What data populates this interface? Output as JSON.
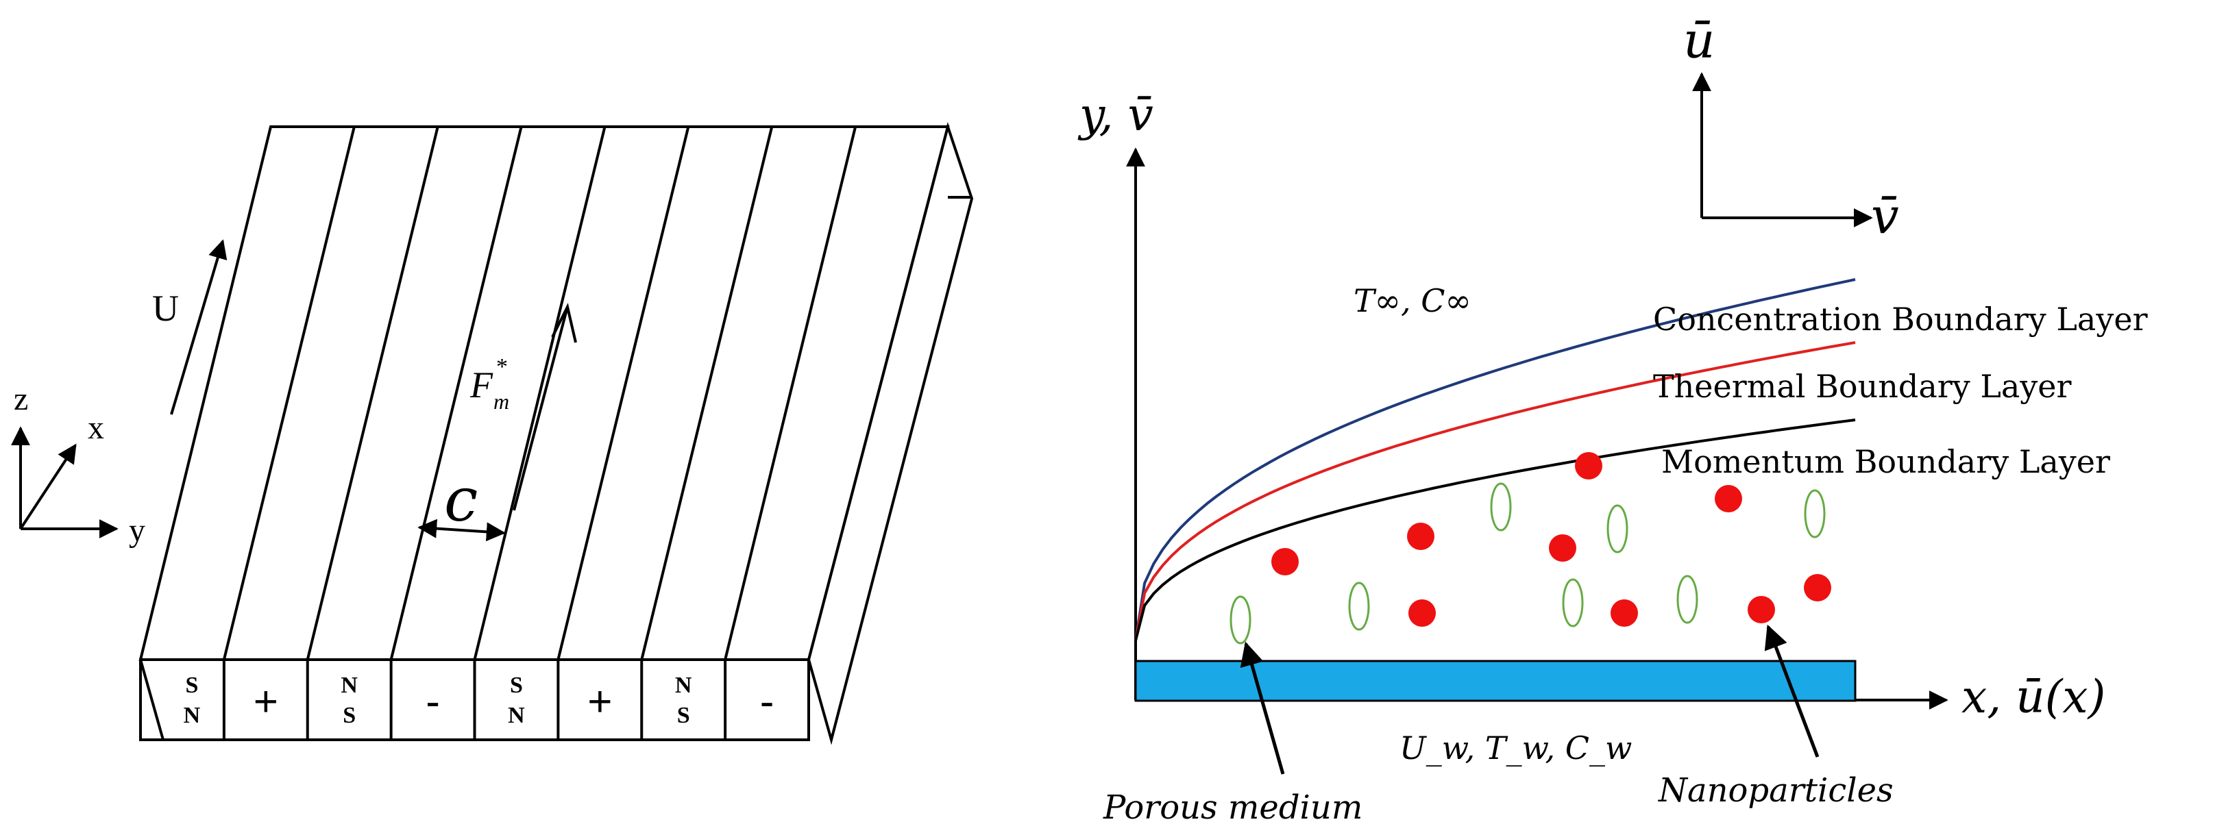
{
  "left_panel": {
    "velocity_label": "U",
    "force_label_main": "F",
    "force_label_sub": "m",
    "force_label_sup": "*",
    "width_label": "c",
    "axes": {
      "z": "z",
      "x": "x",
      "y": "y"
    },
    "magnets": [
      {
        "kind": "pole",
        "top": "S",
        "bottom": "N"
      },
      {
        "kind": "sign",
        "text": "+"
      },
      {
        "kind": "pole",
        "top": "N",
        "bottom": "S"
      },
      {
        "kind": "sign",
        "text": "-"
      },
      {
        "kind": "pole",
        "top": "S",
        "bottom": "N"
      },
      {
        "kind": "sign",
        "text": "+"
      },
      {
        "kind": "pole",
        "top": "N",
        "bottom": "S"
      },
      {
        "kind": "sign",
        "text": "-"
      }
    ]
  },
  "right_panel": {
    "y_axis_label": "y, v̄",
    "x_axis_label": "x, ū(x)",
    "inset_up_label": "ū",
    "inset_right_label": "v̄",
    "freestream_label": "T∞, C∞",
    "wall_label": "U_w, T_w, C_w",
    "layers": [
      {
        "name": "Concentration Boundary Layer",
        "color": "#1f3a7a"
      },
      {
        "name": "Theermal Boundary Layer",
        "color": "#e02020"
      },
      {
        "name": "Momentum Boundary Layer",
        "color": "#000000"
      }
    ],
    "porous_label": "Porous medium",
    "nano_label": "Nanoparticles",
    "colors": {
      "plate": "#1aa8e6",
      "particle": "#ee1111",
      "pore": "#66aa44"
    }
  }
}
